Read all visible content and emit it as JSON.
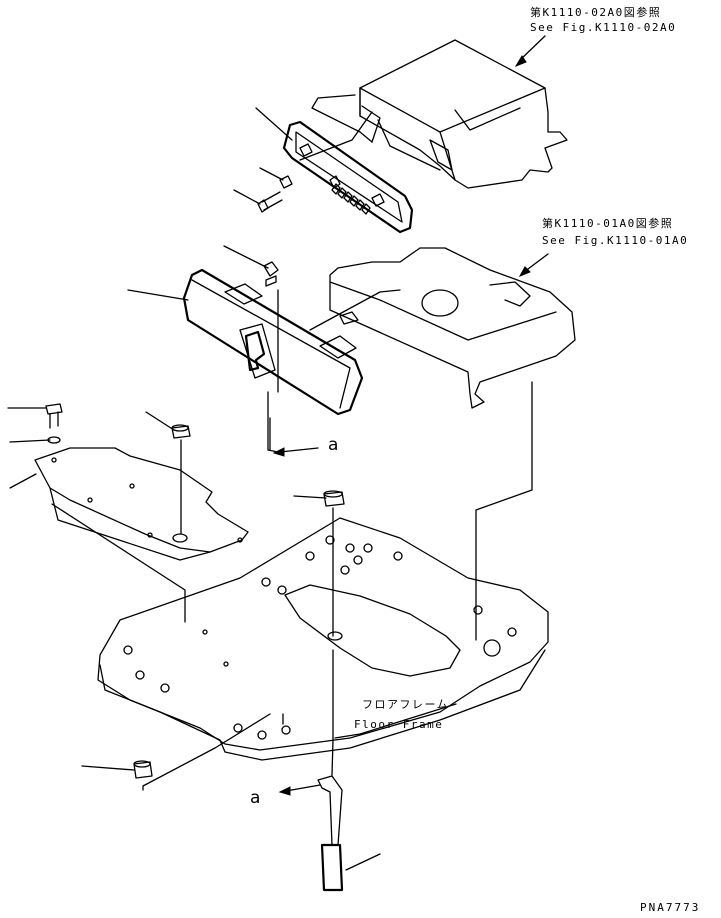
{
  "references": [
    {
      "jp": "第K1110-02A0図参照",
      "en": "See Fig.K1110-02A0"
    },
    {
      "jp": "第K1110-01A0図参照",
      "en": "See Fig.K1110-01A0"
    }
  ],
  "floor_frame": {
    "jp": "フロアフレーム",
    "en": "Floor Frame"
  },
  "callout_a": "a",
  "drawing_code": "PNA7773"
}
